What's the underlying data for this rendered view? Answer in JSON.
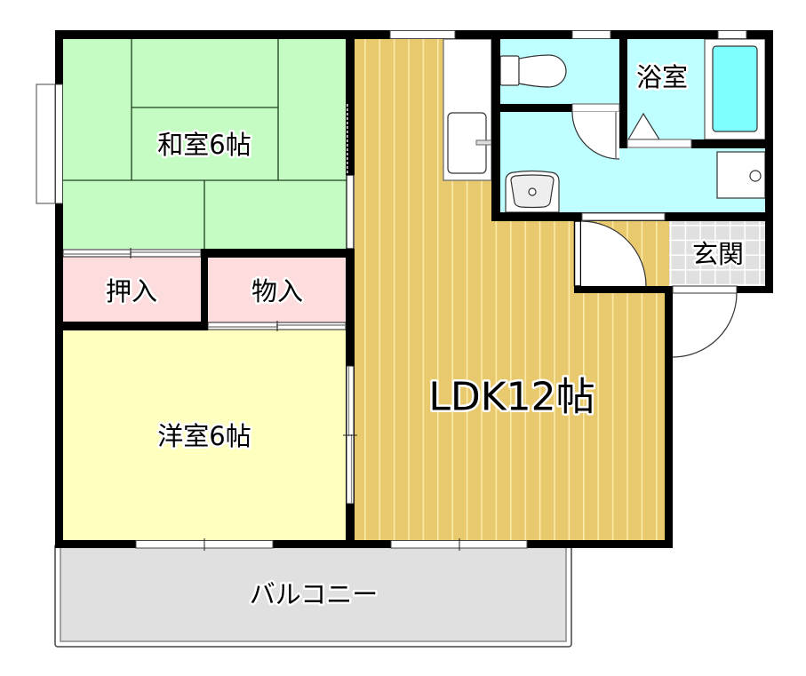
{
  "floor_plan": {
    "wall_color": "#000000",
    "fixture_fill": "#ffffff",
    "tatami_line_color": "#1f3f1f",
    "wood_stripe_color": "#fbeaa8",
    "tile_line_color": "#ffffff",
    "bathtub_fill": "#80ffff",
    "basin_bowl_fill": "#eeeeee",
    "rooms": {
      "washitsu": {
        "label": "和室6帖",
        "fill": "#c4fcc4"
      },
      "oshiire": {
        "label": "押入",
        "fill": "#fcdcdc"
      },
      "monoire": {
        "label": "物入",
        "fill": "#fcdcdc"
      },
      "youshitsu": {
        "label": "洋室6帖",
        "fill": "#ffffc0"
      },
      "ldk": {
        "label": "LDK12帖",
        "fill": "#e8c96e"
      },
      "bathroom": {
        "label": "浴室",
        "fill": "#c0ffff"
      },
      "toilet": {
        "fill": "#c0ffff"
      },
      "washroom": {
        "fill": "#c0ffff"
      },
      "genkan": {
        "label": "玄関",
        "fill": "#e0e0e0"
      },
      "balcony": {
        "label": "バルコニー",
        "fill": "#e0e0e0"
      }
    }
  }
}
